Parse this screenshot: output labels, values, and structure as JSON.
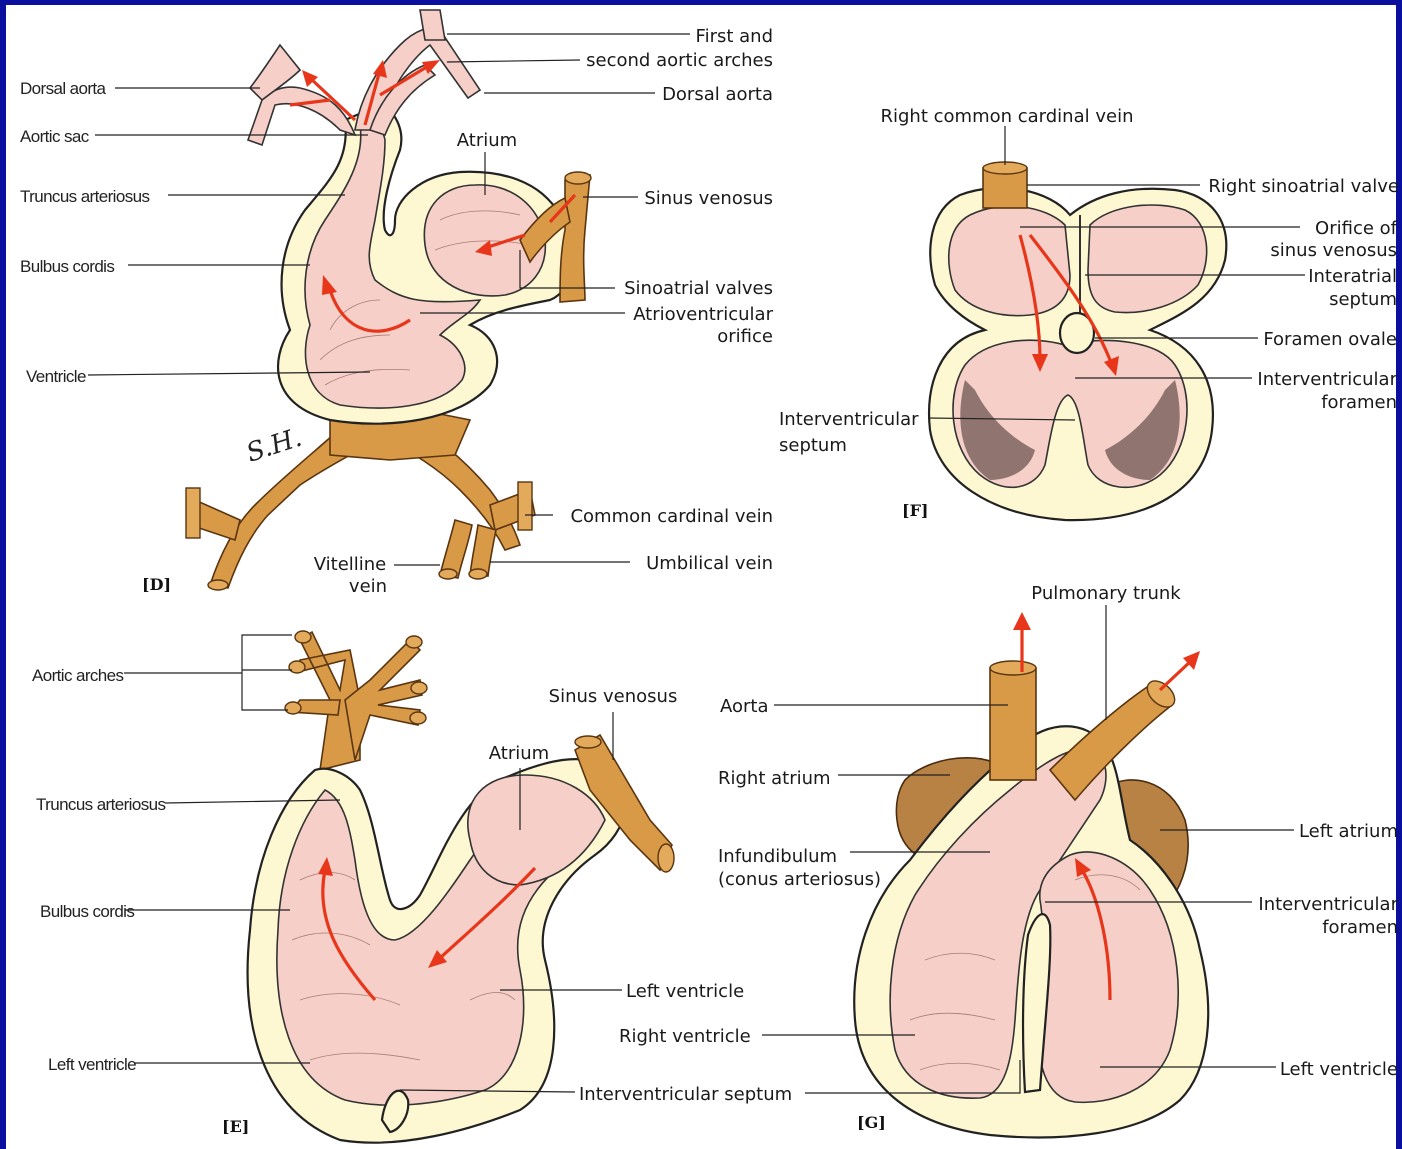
{
  "colors": {
    "background": "#0a0f9e",
    "cavity": "#f5cfc8",
    "wall": "#fdf7d2",
    "vessel": "#d99a48",
    "flow_arrow": "#e8361a"
  },
  "signature": "S.H.",
  "panels": {
    "D": {
      "tag": "[D]",
      "labels": {
        "dorsal_aorta_left": "Dorsal aorta",
        "aortic_sac": "Aortic sac",
        "truncus_arteriosus": "Truncus arteriosus",
        "bulbus_cordis": "Bulbus cordis",
        "ventricle": "Ventricle",
        "first_second_arches_1": "First and",
        "first_second_arches_2": "second aortic arches",
        "dorsal_aorta_right": "Dorsal aorta",
        "atrium": "Atrium",
        "sinus_venosus": "Sinus venosus",
        "sinoatrial_valves": "Sinoatrial valves",
        "av_orifice_1": "Atrioventricular",
        "av_orifice_2": "orifice",
        "common_cardinal_vein": "Common cardinal vein",
        "vitelline_vein_1": "Vitelline",
        "vitelline_vein_2": "vein",
        "umbilical_vein": "Umbilical vein"
      }
    },
    "F": {
      "tag": "[F]",
      "labels": {
        "right_common_cardinal_vein": "Right common cardinal vein",
        "right_sinoatrial_valve": "Right sinoatrial valve",
        "orifice_sv_1": "Orifice of",
        "orifice_sv_2": "sinus venosus",
        "interatrial_septum_1": "Interatrial",
        "interatrial_septum_2": "septum",
        "foramen_ovale": "Foramen ovale",
        "iv_foramen_1": "Interventricular",
        "iv_foramen_2": "foramen",
        "iv_septum_1": "Interventricular",
        "iv_septum_2": "septum"
      }
    },
    "E": {
      "tag": "[E]",
      "labels": {
        "aortic_arches": "Aortic arches",
        "truncus_arteriosus": "Truncus arteriosus",
        "bulbus_cordis": "Bulbus cordis",
        "left_ventricle_partial": "Left ventricle",
        "sinus_venosus": "Sinus venosus",
        "atrium": "Atrium",
        "left_ventricle": "Left ventricle",
        "iv_septum": "Interventricular septum"
      }
    },
    "G": {
      "tag": "[G]",
      "labels": {
        "pulmonary_trunk": "Pulmonary trunk",
        "aorta": "Aorta",
        "right_atrium": "Right atrium",
        "infundibulum_1": "Infundibulum",
        "infundibulum_2": "(conus arteriosus)",
        "right_ventricle": "Right ventricle",
        "left_atrium": "Left atrium",
        "iv_foramen_1": "Interventricular",
        "iv_foramen_2": "foramen",
        "left_ventricle": "Left ventricle"
      }
    }
  }
}
